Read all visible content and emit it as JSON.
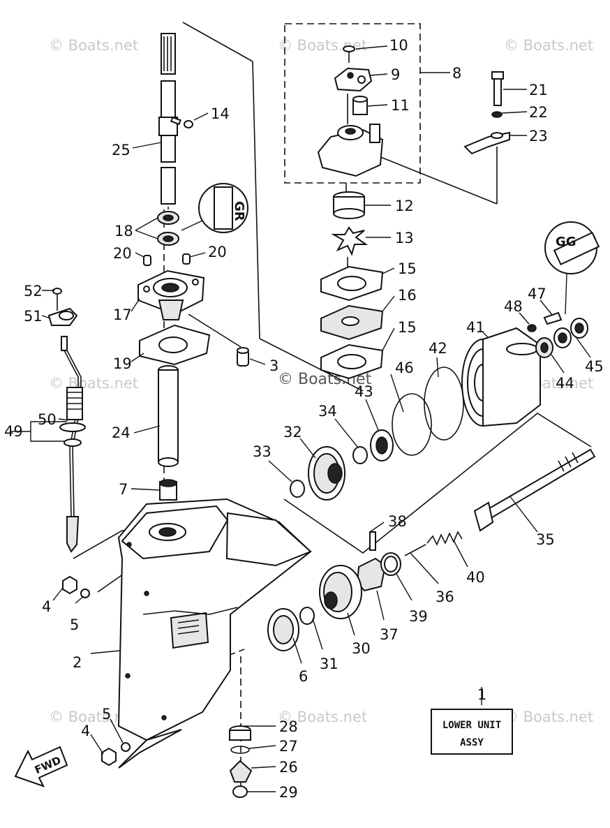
{
  "watermark": {
    "text": "© Boats.net",
    "center_text": "© Boats.net"
  },
  "assembly_box": {
    "line1": "LOWER UNIT",
    "line2": "ASSY"
  },
  "direction_label": "FWD",
  "grease_icons": [
    {
      "name": "grease-a",
      "text": "GR"
    },
    {
      "name": "grease-b",
      "text": "GG"
    }
  ],
  "callouts": [
    {
      "id": "c1",
      "text": "1"
    },
    {
      "id": "c2",
      "text": "2"
    },
    {
      "id": "c3",
      "text": "3"
    },
    {
      "id": "c4a",
      "text": "4"
    },
    {
      "id": "c4b",
      "text": "4"
    },
    {
      "id": "c5a",
      "text": "5"
    },
    {
      "id": "c5b",
      "text": "5"
    },
    {
      "id": "c6",
      "text": "6"
    },
    {
      "id": "c7",
      "text": "7"
    },
    {
      "id": "c8",
      "text": "8"
    },
    {
      "id": "c9",
      "text": "9"
    },
    {
      "id": "c10",
      "text": "10"
    },
    {
      "id": "c11",
      "text": "11"
    },
    {
      "id": "c12",
      "text": "12"
    },
    {
      "id": "c13",
      "text": "13"
    },
    {
      "id": "c14",
      "text": "14"
    },
    {
      "id": "c15a",
      "text": "15"
    },
    {
      "id": "c15b",
      "text": "15"
    },
    {
      "id": "c16",
      "text": "16"
    },
    {
      "id": "c17",
      "text": "17"
    },
    {
      "id": "c18",
      "text": "18"
    },
    {
      "id": "c19",
      "text": "19"
    },
    {
      "id": "c20a",
      "text": "20"
    },
    {
      "id": "c20b",
      "text": "20"
    },
    {
      "id": "c21",
      "text": "21"
    },
    {
      "id": "c22",
      "text": "22"
    },
    {
      "id": "c23",
      "text": "23"
    },
    {
      "id": "c24",
      "text": "24"
    },
    {
      "id": "c25",
      "text": "25"
    },
    {
      "id": "c26",
      "text": "26"
    },
    {
      "id": "c27",
      "text": "27"
    },
    {
      "id": "c28",
      "text": "28"
    },
    {
      "id": "c29",
      "text": "29"
    },
    {
      "id": "c30",
      "text": "30"
    },
    {
      "id": "c31",
      "text": "31"
    },
    {
      "id": "c32",
      "text": "32"
    },
    {
      "id": "c33",
      "text": "33"
    },
    {
      "id": "c34",
      "text": "34"
    },
    {
      "id": "c35",
      "text": "35"
    },
    {
      "id": "c36",
      "text": "36"
    },
    {
      "id": "c37",
      "text": "37"
    },
    {
      "id": "c38",
      "text": "38"
    },
    {
      "id": "c39",
      "text": "39"
    },
    {
      "id": "c40",
      "text": "40"
    },
    {
      "id": "c41",
      "text": "41"
    },
    {
      "id": "c42",
      "text": "42"
    },
    {
      "id": "c43",
      "text": "43"
    },
    {
      "id": "c44",
      "text": "44"
    },
    {
      "id": "c45",
      "text": "45"
    },
    {
      "id": "c46",
      "text": "46"
    },
    {
      "id": "c47",
      "text": "47"
    },
    {
      "id": "c48",
      "text": "48"
    },
    {
      "id": "c49",
      "text": "49"
    },
    {
      "id": "c50",
      "text": "50"
    },
    {
      "id": "c51",
      "text": "51"
    },
    {
      "id": "c52",
      "text": "52"
    }
  ]
}
